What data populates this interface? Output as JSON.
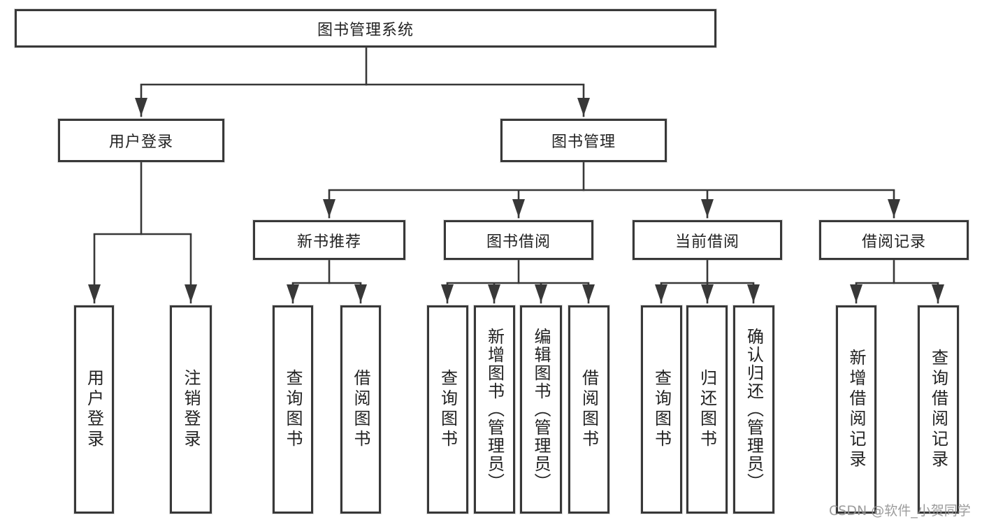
{
  "diagram": {
    "root": {
      "label": "图书管理系统"
    },
    "level2": [
      {
        "label": "用户登录"
      },
      {
        "label": "图书管理"
      }
    ],
    "level3": [
      {
        "label": "新书推荐"
      },
      {
        "label": "图书借阅"
      },
      {
        "label": "当前借阅"
      },
      {
        "label": "借阅记录"
      }
    ],
    "leaves": {
      "user_login": [
        {
          "label": "用户登录"
        },
        {
          "label": "注销登录"
        }
      ],
      "new_book": [
        {
          "label": "查询图书"
        },
        {
          "label": "借阅图书"
        }
      ],
      "book_borrow": [
        {
          "label": "查询图书"
        },
        {
          "label": "新增图书（管理员）"
        },
        {
          "label": "编辑图书（管理员）"
        },
        {
          "label": "借阅图书"
        }
      ],
      "current_borrow": [
        {
          "label": "查询图书"
        },
        {
          "label": "归还图书"
        },
        {
          "label": "确认归还（管理员）"
        }
      ],
      "borrow_records": [
        {
          "label": "新增借阅记录"
        },
        {
          "label": "查询借阅记录"
        }
      ]
    }
  },
  "watermark": {
    "text": "CSDN @软件_小贺同学"
  },
  "colors": {
    "line": "#383838",
    "box_border": "#383838",
    "text": "#222222",
    "watermark": "#949494",
    "background": "#ffffff"
  }
}
